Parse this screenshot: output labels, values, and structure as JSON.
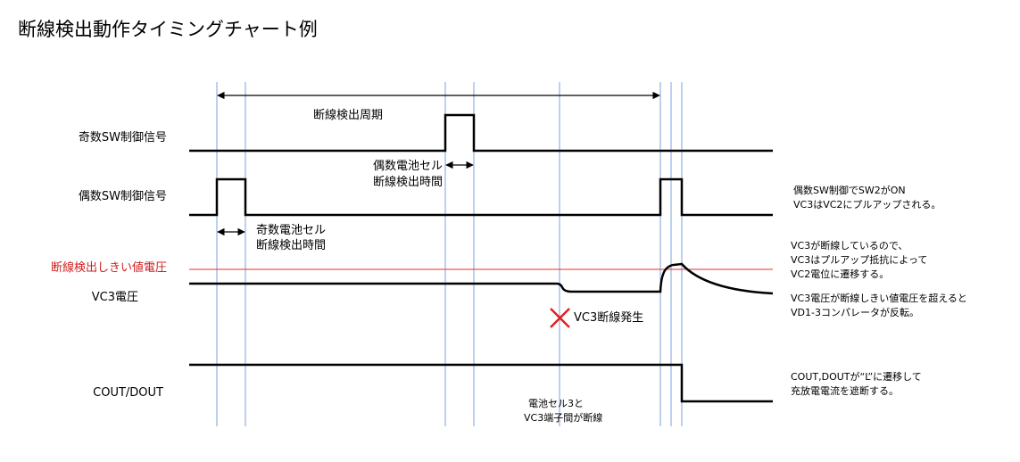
{
  "title": "断線検出動作タイミングチャート例",
  "period_label": "断線検出周期",
  "signals": {
    "odd_sw": "奇数SW制御信号",
    "even_sw": "偶数SW制御信号",
    "threshold": "断線検出しきい値電圧",
    "vc3": "VC3電圧",
    "cout": "COUT/DOUT"
  },
  "annotations": {
    "even_detect_time": [
      "偶数電池セル",
      "断線検出時間"
    ],
    "odd_detect_time": [
      "奇数電池セル",
      "断線検出時間"
    ],
    "break_event": "VC3断線発生",
    "break_location": [
      "電池セル3と",
      "VC3端子間が断線"
    ]
  },
  "notes": {
    "pullup": [
      "偶数SW制御でSW2がON",
      "VC3はVC2にプルアップされる。"
    ],
    "transition": [
      "VC3が断線しているので、",
      "VC3はプルアップ抵抗によって",
      "VC2電位に遷移する。"
    ],
    "comparator": [
      "VC3電圧が断線しきい値電圧を超えると",
      "VD1-3コンパレータが反転。"
    ],
    "cout": [
      "COUT,DOUTが“L”に遷移して",
      "充放電電流を遮断する。"
    ]
  },
  "colors": {
    "guide": "#7ba3d9",
    "threshold": "#e03030",
    "cross": "#e02020",
    "signal": "#000000"
  }
}
